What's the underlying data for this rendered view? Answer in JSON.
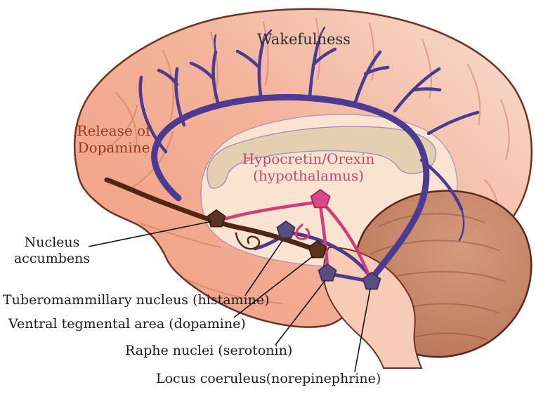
{
  "figure": {
    "type": "brain-sagittal-diagram",
    "subject": "Hypocretin/Orexin wakefulness circuit"
  },
  "labels": {
    "wakefulness": "Wakefulness",
    "release_of_dopamine": {
      "line1": "Release of",
      "line2": "Dopamine"
    },
    "hypocretin": {
      "line1": "Hypocretin/Orexin",
      "line2": "(hypothalamus)"
    },
    "nucleus_accumbens": {
      "line1": "Nucleus",
      "line2": "accumbens"
    },
    "tuberomammillary": "Tuberomammillary nucleus (histamine)",
    "ventral_tegmental": "Ventral tegmental area (dopamine)",
    "raphe": "Raphe nuclei (serotonin)",
    "locus_coeruleus": "Locus coeruleus(norepinephrine)"
  },
  "nodes": [
    {
      "id": "hypothalamus-node",
      "shape": "pentagon",
      "system": "hypocretin/orexin"
    },
    {
      "id": "nucleus-accumbens-node",
      "shape": "pentagon",
      "system": "dopamine target"
    },
    {
      "id": "tuberomammillary-node",
      "shape": "pentagon",
      "system": "histamine"
    },
    {
      "id": "ventral-tegmental-node",
      "shape": "pentagon",
      "system": "dopamine"
    },
    {
      "id": "raphe-node",
      "shape": "pentagon",
      "system": "serotonin"
    },
    {
      "id": "locus-coeruleus-node",
      "shape": "pentagon",
      "system": "norepinephrine"
    }
  ],
  "colors": {
    "cortex": "#f2a287",
    "cortex_light": "#f8dccd",
    "outline": "#6f3323",
    "inner_region": "#fae3d0",
    "corpus_callosum": "#e4cfb0",
    "cerebellum": "#c08166",
    "brainstem": "#f7cbb6",
    "fiber_purple": "#4b3b92",
    "fiber_pink": "#d33c78",
    "fiber_brown": "#4f2813",
    "node_purple": "#5a4d80",
    "node_brown": "#5b341f",
    "node_pink": "#d8488b",
    "label_line": "#141414",
    "text_dark": "#1b1b1b",
    "text_dopamine": "#96381f",
    "text_hypocretin": "#bf4a6e"
  }
}
